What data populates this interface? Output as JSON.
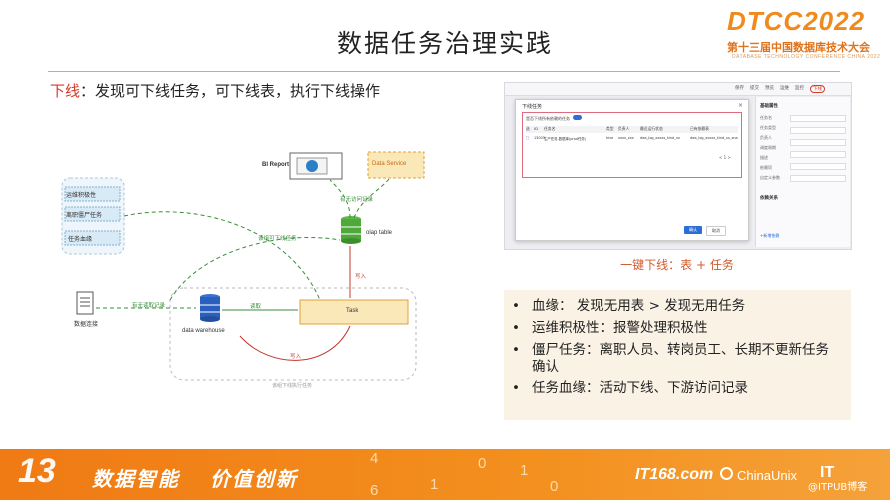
{
  "slide": {
    "title": "数据任务治理实践",
    "subtitle_highlight": "下线",
    "subtitle_rest": "：发现可下线任务，可下线表，执行下线操作"
  },
  "logo": {
    "main": "DTCC2022",
    "cn": "第十三届中国数据库技术大会",
    "en": "DATABASE TECHNOLOGY CONFERENCE CHINA 2022"
  },
  "diagram": {
    "left_group": [
      "运维积极性",
      "离职僵尸任务",
      "任务血缘"
    ],
    "bi_report": "BI Report",
    "data_service": "Data Service",
    "olap_table": "olap table",
    "data_warehouse": "data warehouse",
    "task": "Task",
    "data_source": "数据连接",
    "edge_has_access": "有无访问记录",
    "edge_offline_table": "该组可下线任务",
    "edge_read_record": "有无读取记录",
    "edge_read": "读取",
    "edge_write1": "写入",
    "edge_write2": "写入",
    "group_caption": "该组下线执行任务"
  },
  "screenshot": {
    "dialog_title": "下线任务",
    "toggle_label": "是否下线所有依赖的任务",
    "columns": [
      "选",
      "ID",
      "任务名",
      "类型",
      "负责人",
      "最近运行状态",
      "已有依赖表"
    ],
    "row": [
      "□",
      "13003",
      "生产任务-数据库(prod任务)",
      "hive",
      "xxxx_xxx",
      "dws_log_xxxxx_kind_xx",
      "dws_log_xxxxx_kind_xx_snap"
    ],
    "pager": "< 1 >",
    "confirm": "确认",
    "cancel": "取消",
    "toolbar": [
      "保存",
      "提交",
      "预览",
      "运维",
      "监控",
      "下线"
    ],
    "side_header": "基础属性",
    "side_rows": [
      "任务名",
      "任务类型",
      "负责人",
      "调度周期",
      "描述",
      "依赖项",
      "自定义参数"
    ],
    "side_section2": "依赖关系",
    "side_bottom": "+新增依赖"
  },
  "caption": "一键下线：表 + 任务",
  "bullets": [
    "血缘： 发现无用表 > 发现无用任务",
    "运维积极性：报警处理积极性",
    "僵尸任务：离职人员、转岗员工、长期不更新任务确认",
    "任务血缘：活动下线、下游访问记录"
  ],
  "footer": {
    "num": "13",
    "slogan1": "数据智能",
    "slogan2": "价值创新",
    "digits": [
      "4",
      "0",
      "1",
      "0",
      "6",
      "1"
    ],
    "it168": "IT168.com",
    "chinaunix": "ChinaUnix",
    "itpub": "IT",
    "blog": "@ITPUB博客"
  },
  "colors": {
    "accent": "#f08a1c",
    "highlight_red": "#d63b2a",
    "green_edge": "#3c8c3c",
    "red_edge": "#c0392b",
    "db_green": "#4fa83a",
    "db_blue": "#2b5fbf"
  }
}
